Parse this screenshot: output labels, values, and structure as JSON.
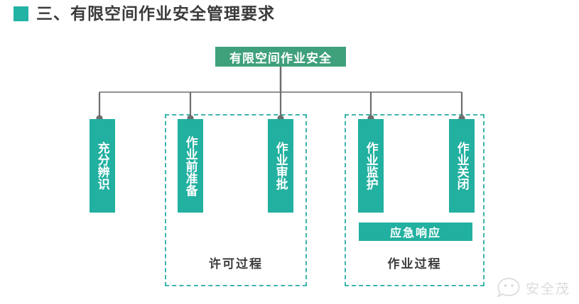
{
  "header": {
    "bullet_color": "#22b3a5",
    "title": "三、有限空间作业安全管理要求"
  },
  "diagram": {
    "root": {
      "label": "有限空间作业安全",
      "color": "#3fa07c"
    },
    "node_color": "#22b0a0",
    "dashed_color": "#3fb5ab",
    "connector_color": "#6e6e6e",
    "nodes": [
      {
        "label": "充分辨识",
        "orientation": "vertical"
      },
      {
        "label": "作业前准备",
        "orientation": "vertical"
      },
      {
        "label": "作业审批",
        "orientation": "vertical"
      },
      {
        "label": "作业监护",
        "orientation": "vertical"
      },
      {
        "label": "作业关闭",
        "orientation": "vertical"
      }
    ],
    "emergency": {
      "label": "应急响应",
      "orientation": "horizontal"
    },
    "groups": [
      {
        "label": "许可过程",
        "members": [
          "作业前准备",
          "作业审批"
        ]
      },
      {
        "label": "作业过程",
        "members": [
          "作业监护",
          "作业关闭",
          "应急响应"
        ]
      }
    ]
  },
  "watermark": {
    "text": "安全茂",
    "icon": "mascot-face-icon"
  }
}
